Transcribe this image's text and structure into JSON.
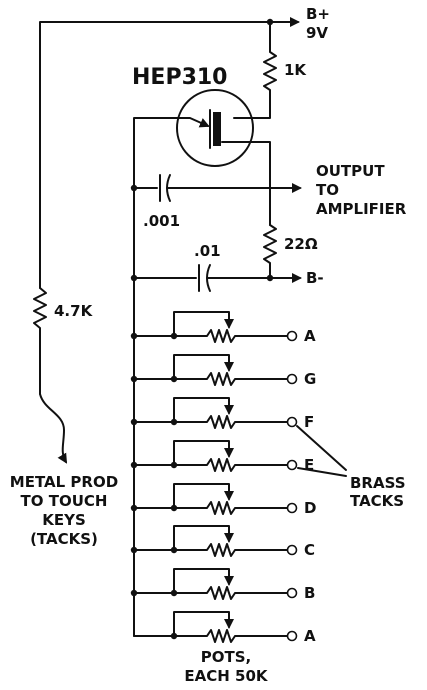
{
  "supply": {
    "plus_line1": "B+",
    "plus_line2": "9V",
    "minus": "B-"
  },
  "transistor": {
    "part": "HEP310"
  },
  "resistors": {
    "drain": "1K",
    "source": "22Ω",
    "prod": "4.7K"
  },
  "capacitors": {
    "c1": ".001",
    "c2": ".01"
  },
  "output": {
    "line1": "OUTPUT",
    "line2": "TO",
    "line3": "AMPLIFIER"
  },
  "keys": [
    "A",
    "G",
    "F",
    "E",
    "D",
    "C",
    "B",
    "A"
  ],
  "labels": {
    "prod_line1": "METAL PROD",
    "prod_line2": "TO TOUCH",
    "prod_line3": "KEYS",
    "prod_line4": "(TACKS)",
    "tacks_line1": "BRASS",
    "tacks_line2": "TACKS",
    "pots_line1": "POTS,",
    "pots_line2": "EACH 50K"
  }
}
